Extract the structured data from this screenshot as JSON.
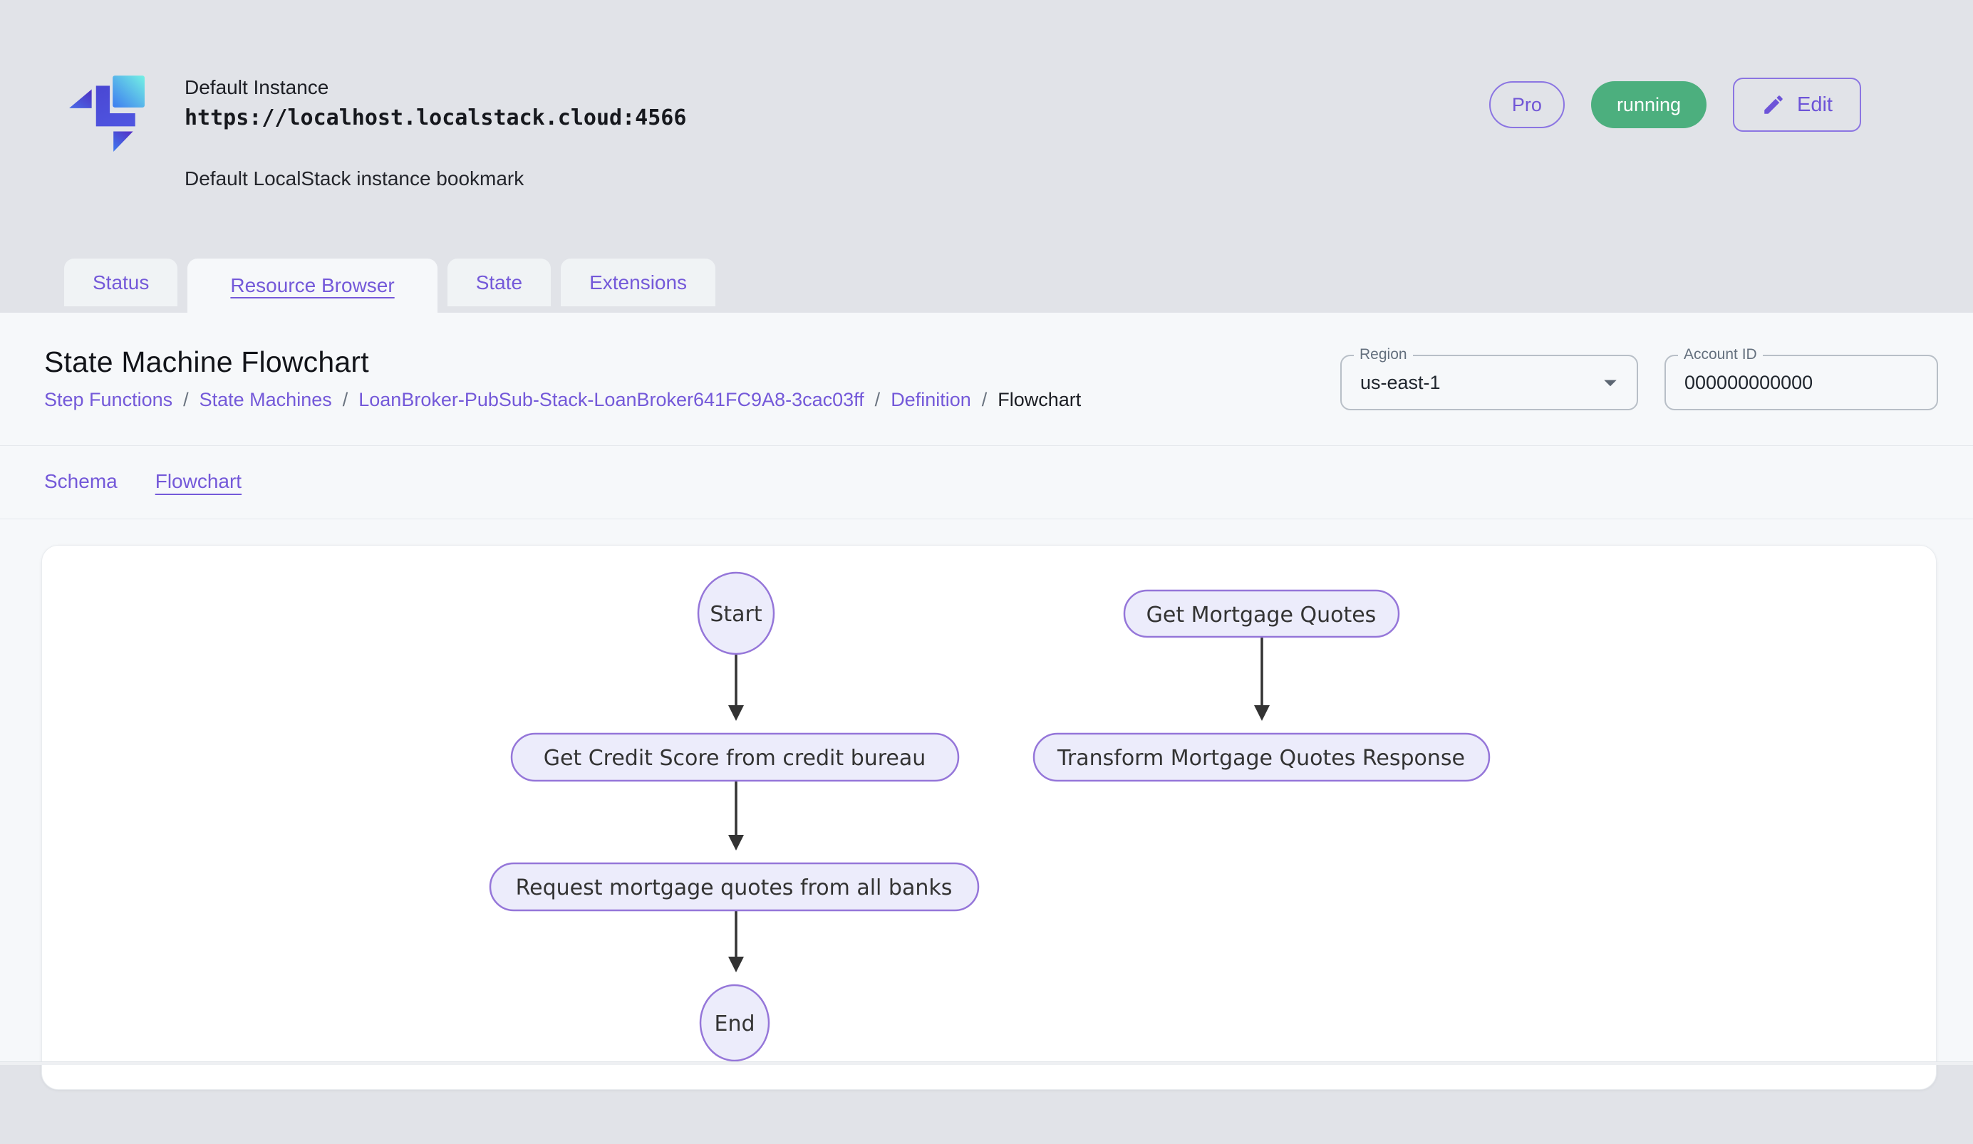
{
  "header": {
    "instance_name": "Default Instance",
    "instance_url": "https://localhost.localstack.cloud:4566",
    "instance_description": "Default LocalStack instance bookmark",
    "pro_badge": "Pro",
    "status_badge": "running",
    "edit_button": "Edit"
  },
  "tabs": [
    {
      "label": "Status",
      "active": false
    },
    {
      "label": "Resource Browser",
      "active": true
    },
    {
      "label": "State",
      "active": false
    },
    {
      "label": "Extensions",
      "active": false
    }
  ],
  "page": {
    "title": "State Machine Flowchart",
    "breadcrumb_separator": "/",
    "breadcrumb": [
      {
        "label": "Step Functions"
      },
      {
        "label": "State Machines"
      },
      {
        "label": "LoanBroker-PubSub-Stack-LoanBroker641FC9A8-3cac03ff"
      },
      {
        "label": "Definition"
      },
      {
        "label": "Flowchart"
      }
    ],
    "region": {
      "label": "Region",
      "value": "us-east-1"
    },
    "account": {
      "label": "Account ID",
      "value": "000000000000"
    },
    "subtabs": [
      {
        "label": "Schema",
        "active": false
      },
      {
        "label": "Flowchart",
        "active": true
      }
    ]
  },
  "flowchart": {
    "nodes": [
      {
        "id": "start",
        "label": "Start",
        "shape": "ellipse"
      },
      {
        "id": "get-credit-score",
        "label": "Get Credit Score from credit bureau",
        "shape": "stadium"
      },
      {
        "id": "request-quotes",
        "label": "Request mortgage quotes from all banks",
        "shape": "stadium"
      },
      {
        "id": "end",
        "label": "End",
        "shape": "ellipse"
      },
      {
        "id": "get-mortgage-quotes",
        "label": "Get Mortgage Quotes",
        "shape": "stadium"
      },
      {
        "id": "transform-response",
        "label": "Transform Mortgage Quotes Response",
        "shape": "stadium"
      }
    ],
    "edges": [
      {
        "from": "start",
        "to": "get-credit-score"
      },
      {
        "from": "get-credit-score",
        "to": "request-quotes"
      },
      {
        "from": "request-quotes",
        "to": "end"
      },
      {
        "from": "get-mortgage-quotes",
        "to": "transform-response"
      }
    ]
  },
  "colors": {
    "accent_purple": "#7459d9",
    "status_green": "#4caf7e",
    "node_fill": "#ececfb",
    "node_border": "#9576d9",
    "arrow": "#333333",
    "page_background": "#e1e3e8",
    "panel_background": "#f6f8fa"
  }
}
